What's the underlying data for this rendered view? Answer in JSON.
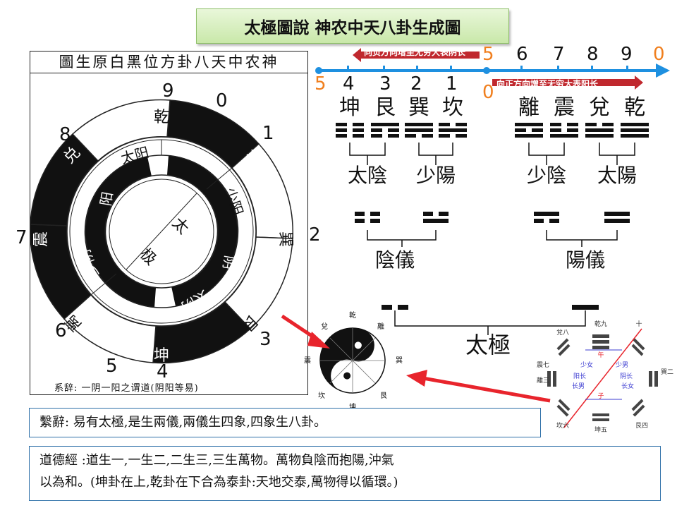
{
  "title": "太極圖說 神农中天八卦生成圖",
  "left_panel": {
    "header": "圖生原白黑位方卦八天中农神",
    "footer": "系辞: 一阴一阳之谓道(阴阳等易)",
    "outer_numbers": [
      "9",
      "0",
      "1",
      "2",
      "3",
      "4",
      "5",
      "6",
      "7",
      "8"
    ],
    "trigram_labels": [
      "乾",
      "坎",
      "巽",
      "艮",
      "坤",
      "离",
      "震",
      "兑"
    ],
    "middle_labels": [
      "太阳",
      "少阳",
      "阴",
      "太阴",
      "少阴",
      "阳"
    ],
    "center_labels": [
      "太",
      "极"
    ]
  },
  "number_line": {
    "left_label": "向负方向增至无穷大表阴长",
    "right_label": "向正方向增至无穷大表阳长",
    "top_numbers": [
      "5",
      "6",
      "7",
      "8",
      "9",
      "0"
    ],
    "bottom_numbers": [
      "4",
      "3",
      "2",
      "1"
    ],
    "left_end": "5",
    "center_zero": "0"
  },
  "tree": {
    "trigrams": [
      "坤",
      "艮",
      "巽",
      "坎",
      "離",
      "震",
      "兌",
      "乾"
    ],
    "four_images": [
      "太陰",
      "少陽",
      "少陰",
      "太陽"
    ],
    "two_modes": [
      "陰儀",
      "陽儀"
    ],
    "root": "太極"
  },
  "small_wheel": {
    "labels": [
      "乾",
      "兌",
      "離",
      "震",
      "坤",
      "艮",
      "坎",
      "巽"
    ]
  },
  "bagua_diagram": {
    "labels": [
      "乾九",
      "兌八",
      "巽二",
      "離三",
      "震七",
      "坎六",
      "艮四",
      "坤五",
      "十",
      "午",
      "子"
    ],
    "arrow_labels": [
      "少女",
      "阳长",
      "长男",
      "少男",
      "阴长",
      "长女"
    ]
  },
  "box1": "繫辭: 易有太極,是生兩儀,兩儀生四象,四象生八卦。",
  "box2_line1": "道德經 :道生一,一生二,二生三,三生萬物。萬物負陰而抱陽,沖氣",
  "box2_line2": "以為和。(坤卦在上,乾卦在下合為泰卦:天地交泰,萬物得以循環。)",
  "colors": {
    "accent_blue": "#1e90e0",
    "arrow_red": "#e8242c",
    "label_red": "#c0282e",
    "orange": "#f07f1e"
  }
}
